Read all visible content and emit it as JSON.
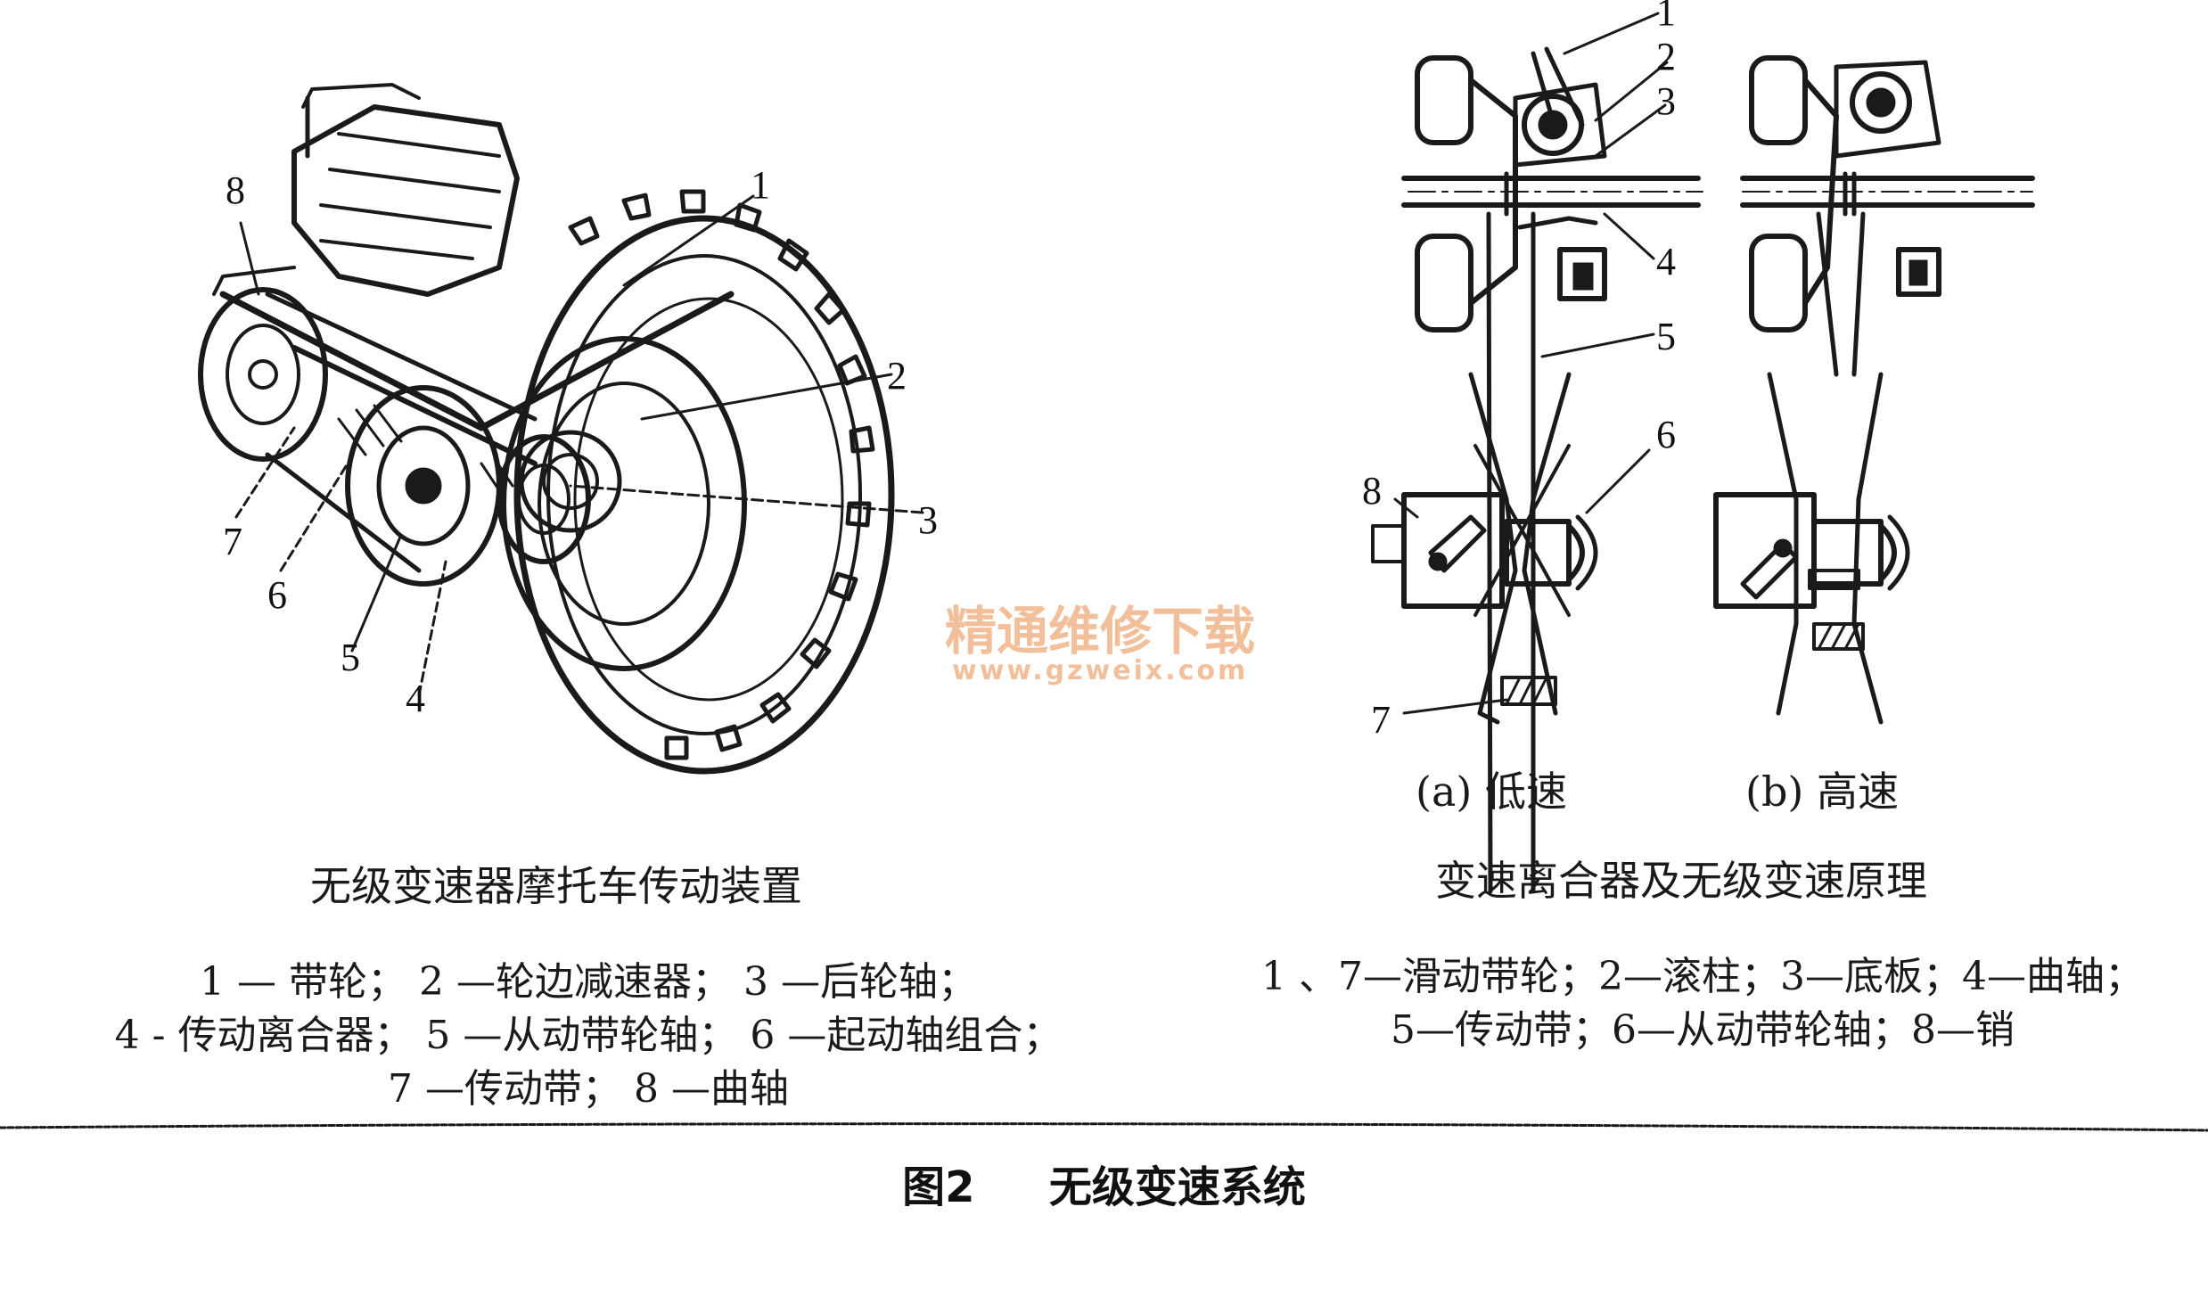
{
  "left_figure": {
    "callouts": [
      "1",
      "2",
      "3",
      "4",
      "5",
      "6",
      "7",
      "8"
    ],
    "caption": "无级变速器摩托车传动装置",
    "legend_lines": [
      "1 — 带轮； 2 —轮边减速器； 3 —后轮轴；",
      "4 -   传动离合器； 5 —从动带轮轴； 6 —起动轴组合；",
      "7 —传动带； 8 —曲轴"
    ]
  },
  "right_figure": {
    "callouts": [
      "1",
      "2",
      "3",
      "4",
      "5",
      "6",
      "8",
      "7"
    ],
    "sub_a": "(a) 低速",
    "sub_b": "(b) 高速",
    "caption": "变速离合器及无级变速原理",
    "legend_lines": [
      "1 、7—滑动带轮；2—滚柱；3—底板；4—曲轴；",
      "5—传动带；6—从动带轮轴；8—销"
    ]
  },
  "watermark": {
    "line1": "精通维修下载",
    "line2": "www.gzweix.com",
    "color": "#f0b48a"
  },
  "figure_title": {
    "label": "图2",
    "text": "无级变速系统"
  }
}
